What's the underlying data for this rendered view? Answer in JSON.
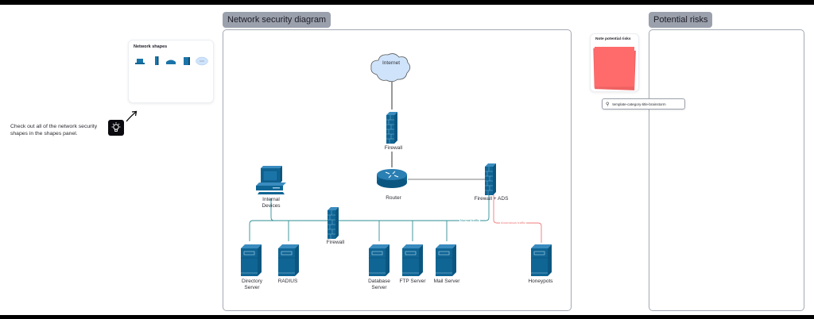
{
  "tip": {
    "text": "Check out all of the network security shapes in the shapes panel.",
    "icon": "lightbulb-icon"
  },
  "shapes_panel": {
    "title": "Network shapes",
    "shapes": [
      "laptop-icon",
      "firewall-icon",
      "router-icon",
      "server-icon",
      "cloud-icon"
    ]
  },
  "diagram": {
    "frame_title": "Network security diagram",
    "nodes": {
      "internet": "Internet",
      "firewall_top": "Firewall",
      "router": "Router",
      "firewall_ads": "Firewall + ADS",
      "internal_devices_l1": "Internal",
      "internal_devices_l2": "Devices",
      "firewall_internal": "Firewall",
      "directory_l1": "Directory",
      "directory_l2": "Server",
      "radius": "RADIUS",
      "database_l1": "Database",
      "database_l2": "Server",
      "ftp": "FTP Server",
      "mail": "Mail Server",
      "honeypots": "Honeypots"
    },
    "edge_labels": {
      "normal": "Normal traffic",
      "anomalous": "Anomalous traffic"
    },
    "colors": {
      "device": "#0f6594",
      "normal": "#2f8f95",
      "anomalous": "#f07b7b",
      "cloud": "#cfe4fb"
    }
  },
  "risks": {
    "frame_title": "Potential risks",
    "note_card_title": "Note potential risks",
    "sticky_color": "#ff6b6b",
    "tag_label": "template-category-title-brainstorm"
  }
}
